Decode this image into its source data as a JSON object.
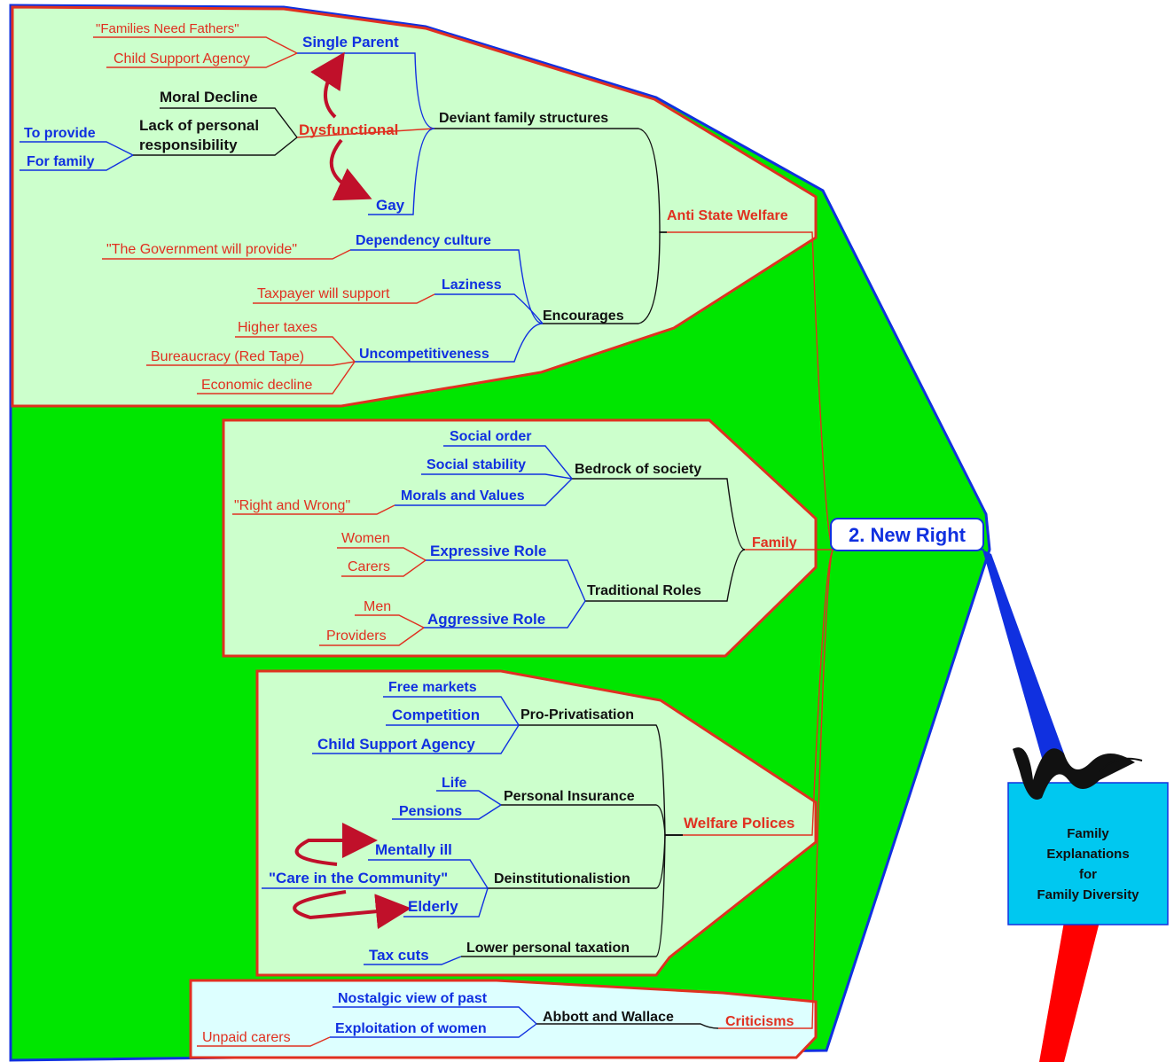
{
  "central": {
    "title": "2. New Right"
  },
  "logo": {
    "text_lines": [
      "Family",
      "Explanations",
      "for",
      "Family Diversity"
    ],
    "bg": "#00c8f0"
  },
  "colors": {
    "green": "#00e600",
    "pale_green": "#ccffcc",
    "pale_cyan": "#ddffff",
    "red": "#e03020",
    "blue": "#1030e0",
    "black": "#111111",
    "dark_red": "#c0102a"
  },
  "branches": {
    "anti_state_welfare": {
      "label": "Anti State Welfare",
      "deviant": {
        "label": "Deviant family structures",
        "single_parent": {
          "label": "Single Parent",
          "examples": [
            "\"Families Need Fathers\"",
            "Child Support Agency"
          ]
        },
        "dysfunctional": {
          "label": "Dysfunctional",
          "causes": [
            "Moral Decline",
            "Lack of personal responsibility"
          ],
          "lack_lines": [
            "Lack of personal",
            "responsibility"
          ],
          "to_provide": "To provide",
          "for_family": "For family"
        },
        "gay": {
          "label": "Gay"
        }
      },
      "encourages": {
        "label": "Encourages",
        "dependency": {
          "label": "Dependency culture",
          "example": "\"The Government will provide\""
        },
        "laziness": {
          "label": "Laziness",
          "example": "Taxpayer will support"
        },
        "uncompetitiveness": {
          "label": "Uncompetitiveness",
          "examples": [
            "Higher taxes",
            "Bureaucracy (Red Tape)",
            "Economic decline"
          ]
        }
      }
    },
    "family": {
      "label": "Family",
      "bedrock": {
        "label": "Bedrock of society",
        "items": [
          "Social order",
          "Social stability",
          "Morals and Values"
        ],
        "morals_example": "\"Right and Wrong\""
      },
      "traditional": {
        "label": "Traditional Roles",
        "expressive": {
          "label": "Expressive Role",
          "examples": [
            "Women",
            "Carers"
          ]
        },
        "aggressive": {
          "label": "Aggressive Role",
          "examples": [
            "Men",
            "Providers"
          ]
        }
      }
    },
    "welfare_policies": {
      "label": "Welfare Polices",
      "privatisation": {
        "label": "Pro-Privatisation",
        "items": [
          "Free markets",
          "Competition",
          "Child Support Agency"
        ]
      },
      "insurance": {
        "label": "Personal Insurance",
        "items": [
          "Life",
          "Pensions"
        ]
      },
      "deinst": {
        "label": "Deinstitutionalistion",
        "items": [
          "Mentally ill",
          "\"Care in the Community\"",
          "Elderly"
        ]
      },
      "taxation": {
        "label": "Lower personal taxation",
        "items": [
          "Tax cuts"
        ]
      }
    },
    "criticisms": {
      "label": "Criticisms",
      "abbott": {
        "label": "Abbott and Wallace",
        "items": [
          "Nostalgic view of past",
          "Exploitation of women"
        ],
        "example": "Unpaid carers"
      }
    }
  }
}
